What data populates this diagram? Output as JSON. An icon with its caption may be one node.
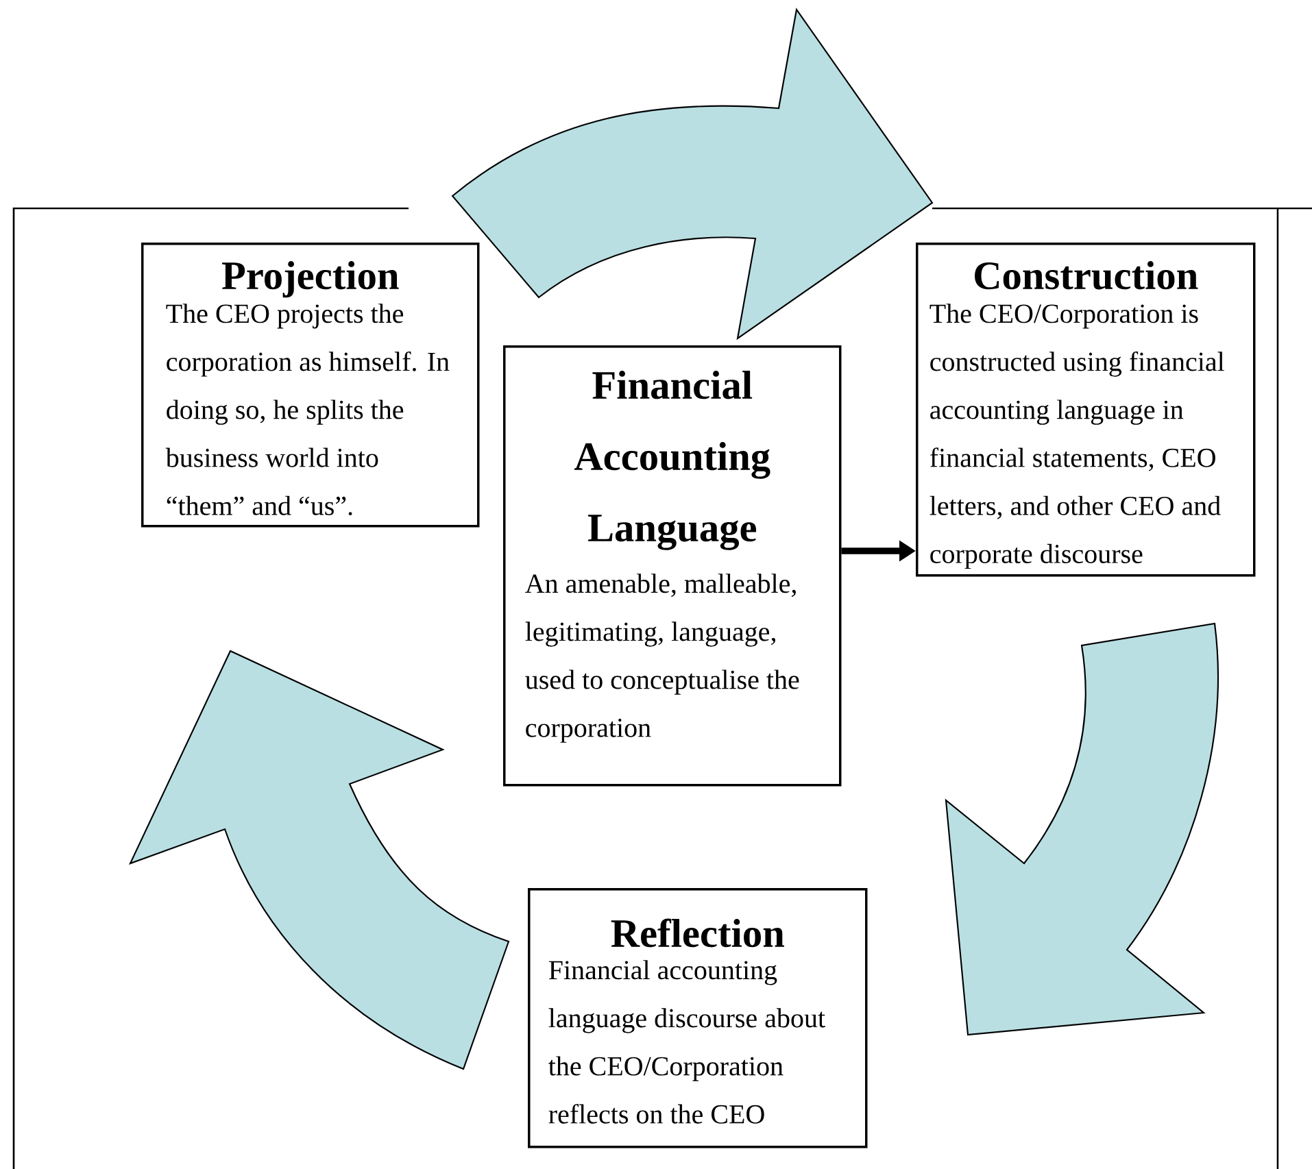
{
  "diagram": {
    "nodes": [
      {
        "text": [
          "Projection",
          "The CEO projects the corporation as himself. In doing so, he splits the business world into “them” and “us”."
        ]
      },
      {
        "text": [
          "Financial Accounting Language",
          "An amenable, malleable, legitimating, language, used to conceptualise the corporation"
        ]
      },
      {
        "text": [
          "Construction",
          "The CEO/Corporation is constructed using financial accounting language in financial statements, CEO letters, and other CEO and corporate discourse"
        ]
      },
      {
        "text": [
          "Reflection",
          "Financial accounting language discourse about the CEO/Corporation reflects on the CEO"
        ]
      }
    ],
    "edges": [
      {
        "from": 0,
        "to": 2,
        "arrow": "to"
      },
      {
        "from": 2,
        "to": 3,
        "arrow": "to"
      },
      {
        "from": 3,
        "to": 0,
        "arrow": "to"
      },
      {
        "from": 1,
        "to": 2,
        "arrow": "to"
      }
    ]
  }
}
